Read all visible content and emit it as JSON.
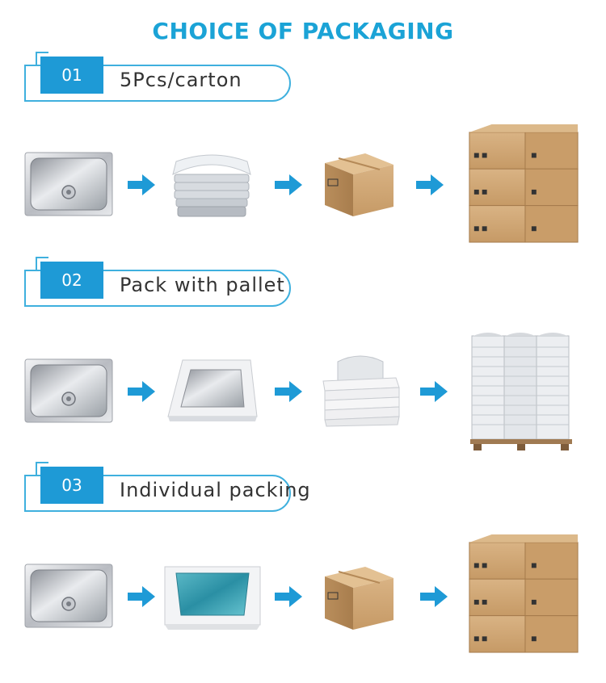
{
  "title": "CHOICE OF PACKAGING",
  "accent_color": "#1ba3d6",
  "badge_color": "#1e9ad6",
  "sections": [
    {
      "number": "01",
      "label": "5Pcs/carton",
      "steps": [
        "sink-icon",
        "wrapped-sinks-icon",
        "carton-box-icon",
        "carton-stack-icon"
      ]
    },
    {
      "number": "02",
      "label": "Pack with pallet",
      "steps": [
        "sink-icon",
        "foam-tray-icon",
        "foam-pack-icon",
        "pallet-stack-icon"
      ]
    },
    {
      "number": "03",
      "label": "Individual packing",
      "steps": [
        "sink-icon",
        "film-wrapped-sink-icon",
        "carton-box-icon",
        "carton-stack-icon"
      ]
    }
  ]
}
